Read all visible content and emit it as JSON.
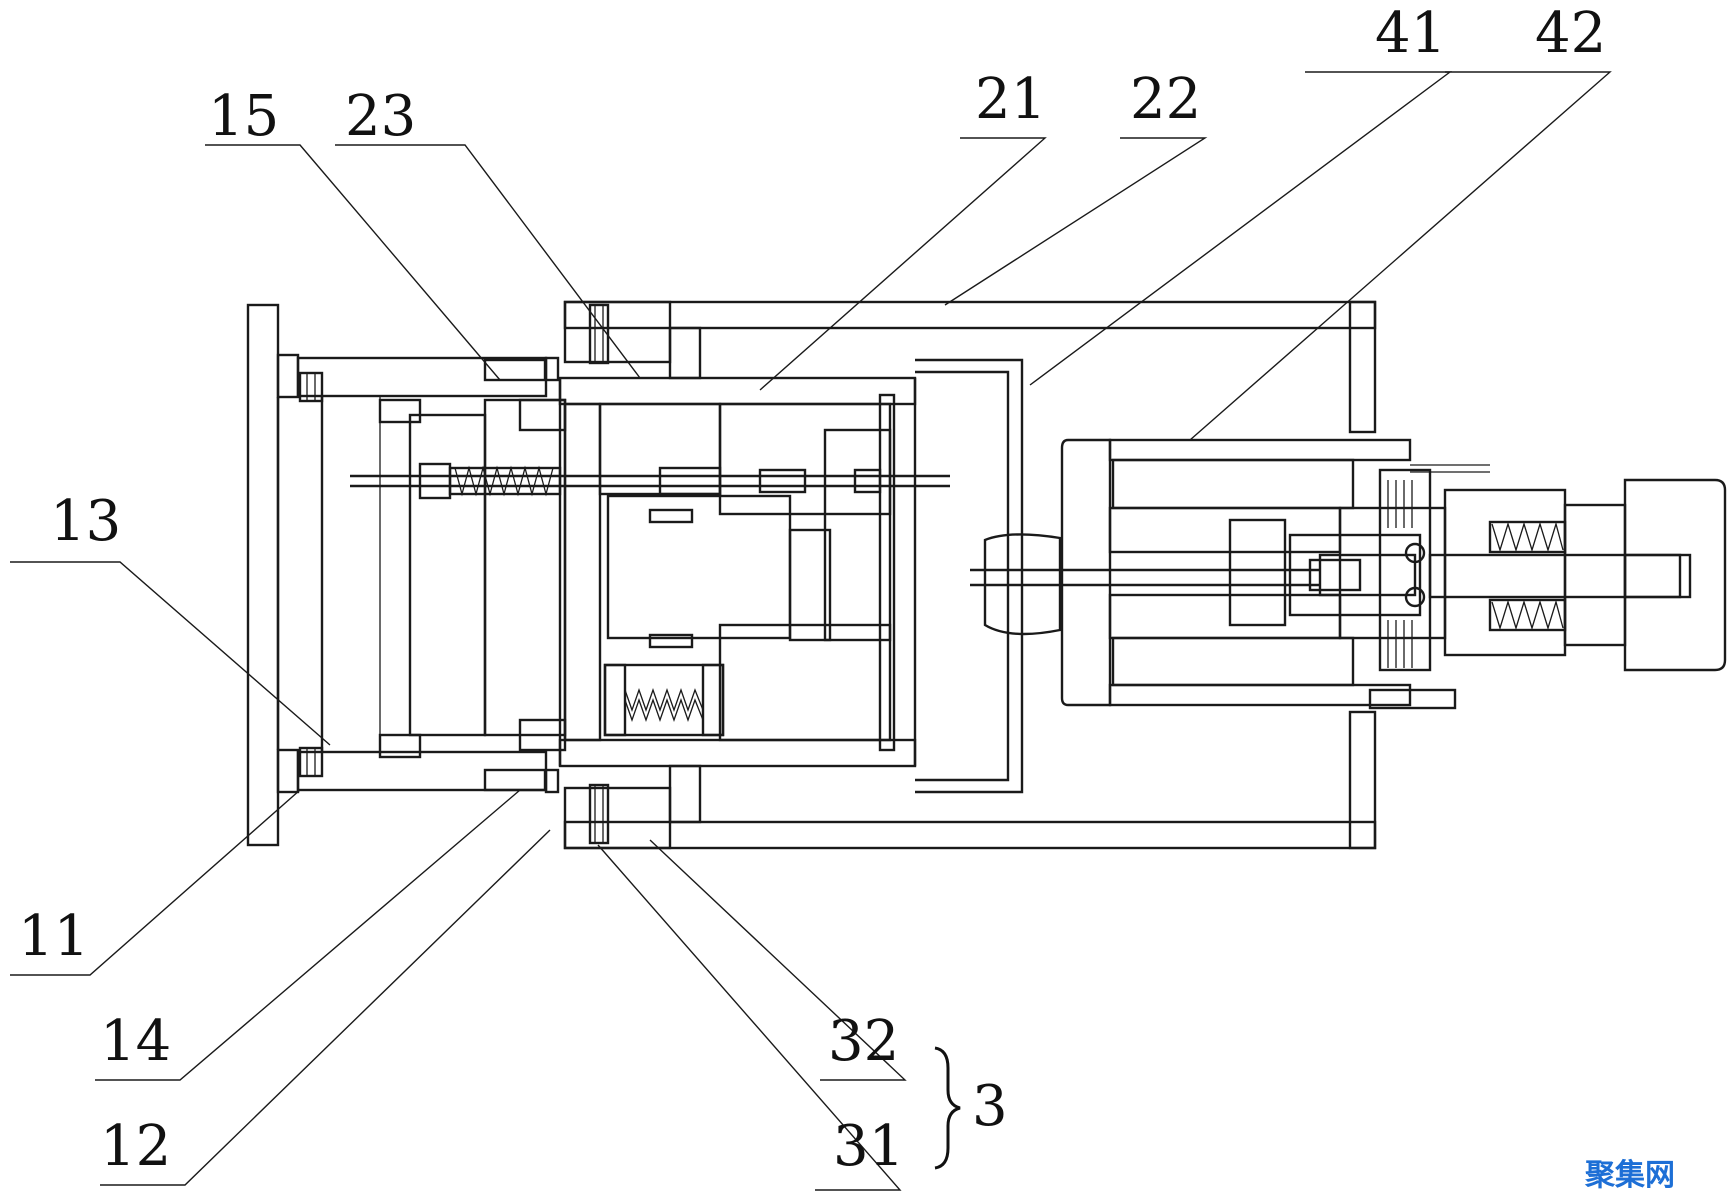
{
  "labels": {
    "l11": "11",
    "l12": "12",
    "l13": "13",
    "l14": "14",
    "l15": "15",
    "l21": "21",
    "l22": "22",
    "l23": "23",
    "l3": "3",
    "l31": "31",
    "l32": "32",
    "l41": "41",
    "l42": "42"
  },
  "watermark": "聚集网"
}
